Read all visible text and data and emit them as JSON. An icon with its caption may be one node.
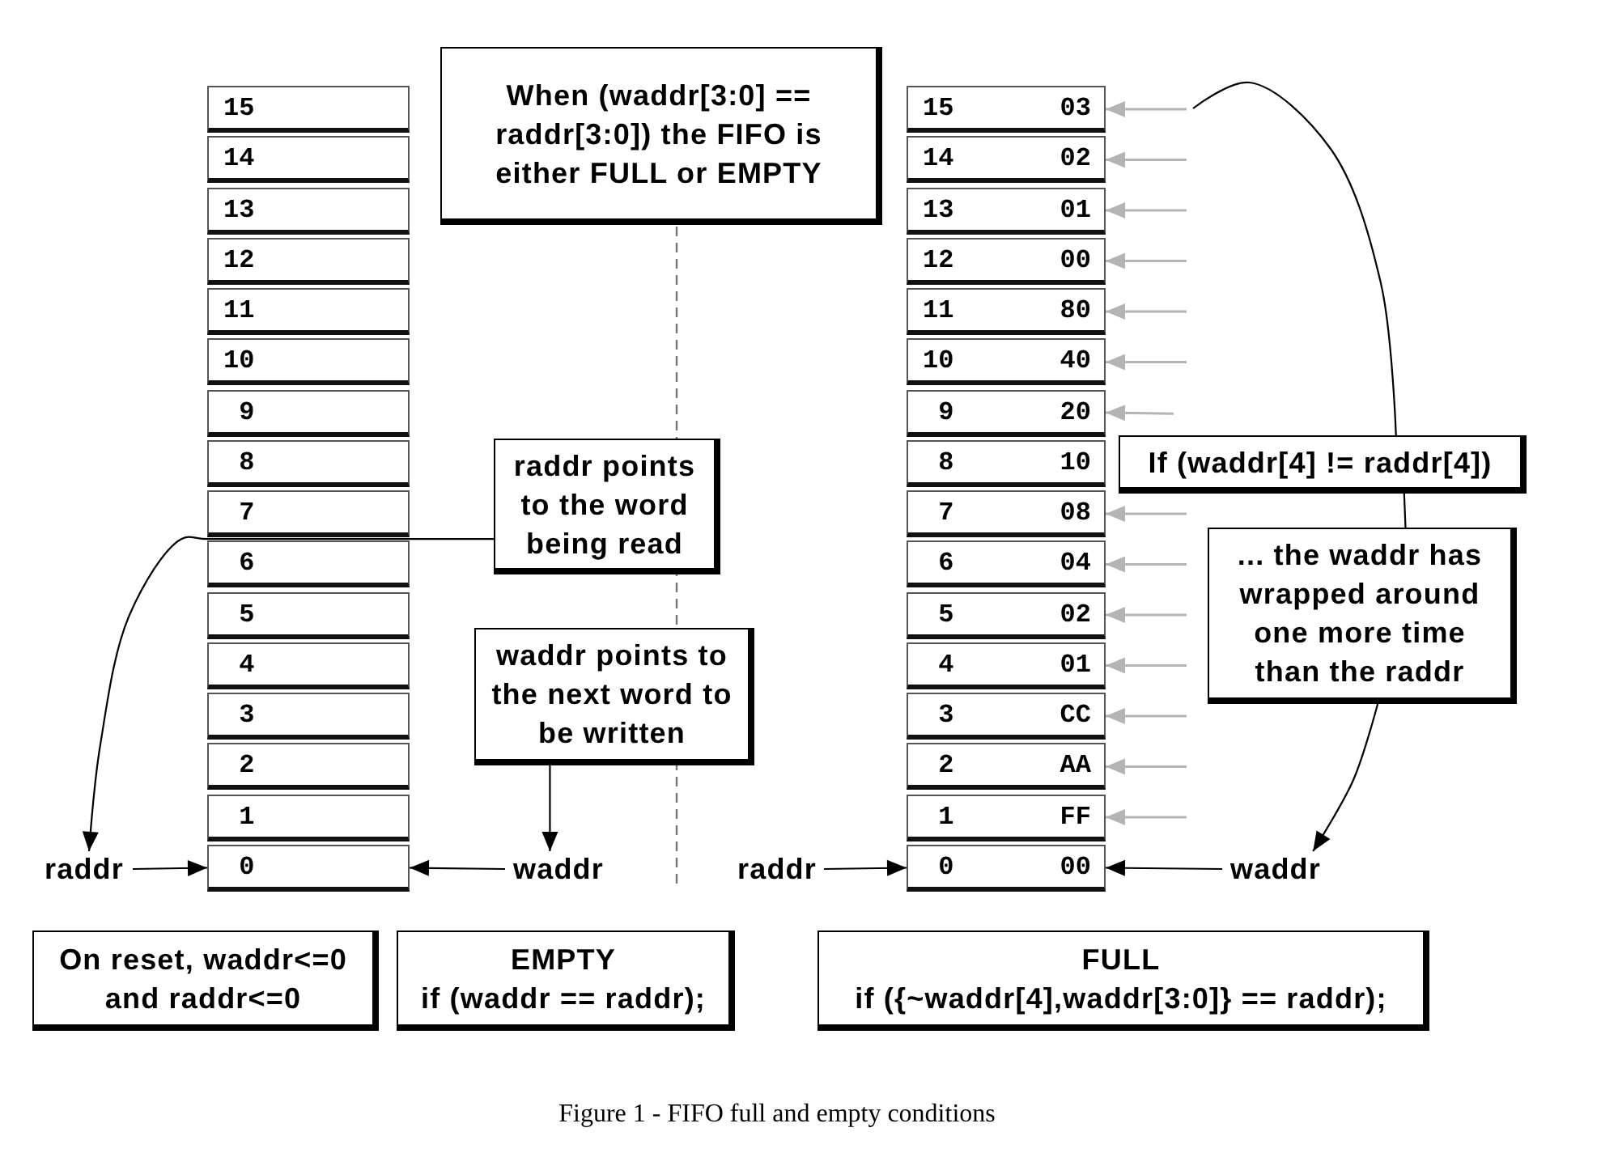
{
  "diagram": {
    "caption": "Figure 1 - FIFO full and empty conditions",
    "nodes": [
      {
        "text": [
          "When (waddr[3:0] == raddr[3:0]) the FIFO is either FULL or EMPTY"
        ]
      },
      {
        "text": [
          "15"
        ]
      },
      {
        "text": [
          "14"
        ]
      },
      {
        "text": [
          "13"
        ]
      },
      {
        "text": [
          "12"
        ]
      },
      {
        "text": [
          "11"
        ]
      },
      {
        "text": [
          "10"
        ]
      },
      {
        "text": [
          "9"
        ]
      },
      {
        "text": [
          "8"
        ]
      },
      {
        "text": [
          "7"
        ]
      },
      {
        "text": [
          "6"
        ]
      },
      {
        "text": [
          "5"
        ]
      },
      {
        "text": [
          "4"
        ]
      },
      {
        "text": [
          "3"
        ]
      },
      {
        "text": [
          "2"
        ]
      },
      {
        "text": [
          "1"
        ]
      },
      {
        "text": [
          "0"
        ]
      },
      {
        "text": [
          "15",
          "03"
        ]
      },
      {
        "text": [
          "14",
          "02"
        ]
      },
      {
        "text": [
          "13",
          "01"
        ]
      },
      {
        "text": [
          "12",
          "00"
        ]
      },
      {
        "text": [
          "11",
          "80"
        ]
      },
      {
        "text": [
          "10",
          "40"
        ]
      },
      {
        "text": [
          "9",
          "20"
        ]
      },
      {
        "text": [
          "8",
          "10"
        ]
      },
      {
        "text": [
          "7",
          "08"
        ]
      },
      {
        "text": [
          "6",
          "04"
        ]
      },
      {
        "text": [
          "5",
          "02"
        ]
      },
      {
        "text": [
          "4",
          "01"
        ]
      },
      {
        "text": [
          "3",
          "CC"
        ]
      },
      {
        "text": [
          "2",
          "AA"
        ]
      },
      {
        "text": [
          "1",
          "FF"
        ]
      },
      {
        "text": [
          "0",
          "00"
        ]
      },
      {
        "text": [
          "raddr points to the word being read"
        ]
      },
      {
        "text": [
          "waddr points to the next word to be written"
        ]
      },
      {
        "text": [
          "If (waddr[4] != raddr[4])"
        ]
      },
      {
        "text": [
          "... the waddr has wrapped around one more time than the raddr"
        ]
      },
      {
        "text": [
          "raddr"
        ]
      },
      {
        "text": [
          "waddr"
        ]
      },
      {
        "text": [
          "raddr"
        ]
      },
      {
        "text": [
          "waddr"
        ]
      },
      {
        "text": [
          "On reset, waddr<=0 and raddr<=0"
        ]
      },
      {
        "text": [
          "EMPTY",
          "if (waddr == raddr);"
        ]
      },
      {
        "text": [
          "FULL",
          "if ({~waddr[4],waddr[3:0]} == raddr);"
        ]
      }
    ],
    "edges": [
      {
        "from": 37,
        "to": 16,
        "arrow": "to",
        "color": "#000000"
      },
      {
        "from": 38,
        "to": 16,
        "arrow": "to",
        "color": "#000000"
      },
      {
        "from": 33,
        "to": 37,
        "arrow": "to",
        "color": "#000000"
      },
      {
        "from": 34,
        "to": 38,
        "arrow": "to",
        "color": "#000000"
      },
      {
        "from": 39,
        "to": 32,
        "arrow": "to",
        "color": "#000000"
      },
      {
        "from": 40,
        "to": 32,
        "arrow": "to",
        "color": "#000000"
      },
      {
        "from": 36,
        "to": 40,
        "arrow": "to",
        "color": "#000000"
      },
      {
        "from": 35,
        "to": 36,
        "arrow": "none",
        "color": "#000000"
      },
      {
        "from": null,
        "to": 35,
        "arrow": "none",
        "color": "#000000"
      },
      {
        "from": null,
        "to": 17,
        "arrow": "to"
      },
      {
        "from": null,
        "to": 18,
        "arrow": "to"
      },
      {
        "from": null,
        "to": 19,
        "arrow": "to"
      },
      {
        "from": null,
        "to": 20,
        "arrow": "to"
      },
      {
        "from": null,
        "to": 21,
        "arrow": "to"
      },
      {
        "from": null,
        "to": 22,
        "arrow": "to"
      },
      {
        "from": null,
        "to": 23,
        "arrow": "to"
      },
      {
        "from": null,
        "to": 25,
        "arrow": "to"
      },
      {
        "from": null,
        "to": 26,
        "arrow": "to"
      },
      {
        "from": null,
        "to": 27,
        "arrow": "to"
      },
      {
        "from": null,
        "to": 28,
        "arrow": "to"
      },
      {
        "from": null,
        "to": 29,
        "arrow": "to"
      },
      {
        "from": null,
        "to": 30,
        "arrow": "to"
      },
      {
        "from": null,
        "to": 31,
        "arrow": "to"
      }
    ]
  }
}
